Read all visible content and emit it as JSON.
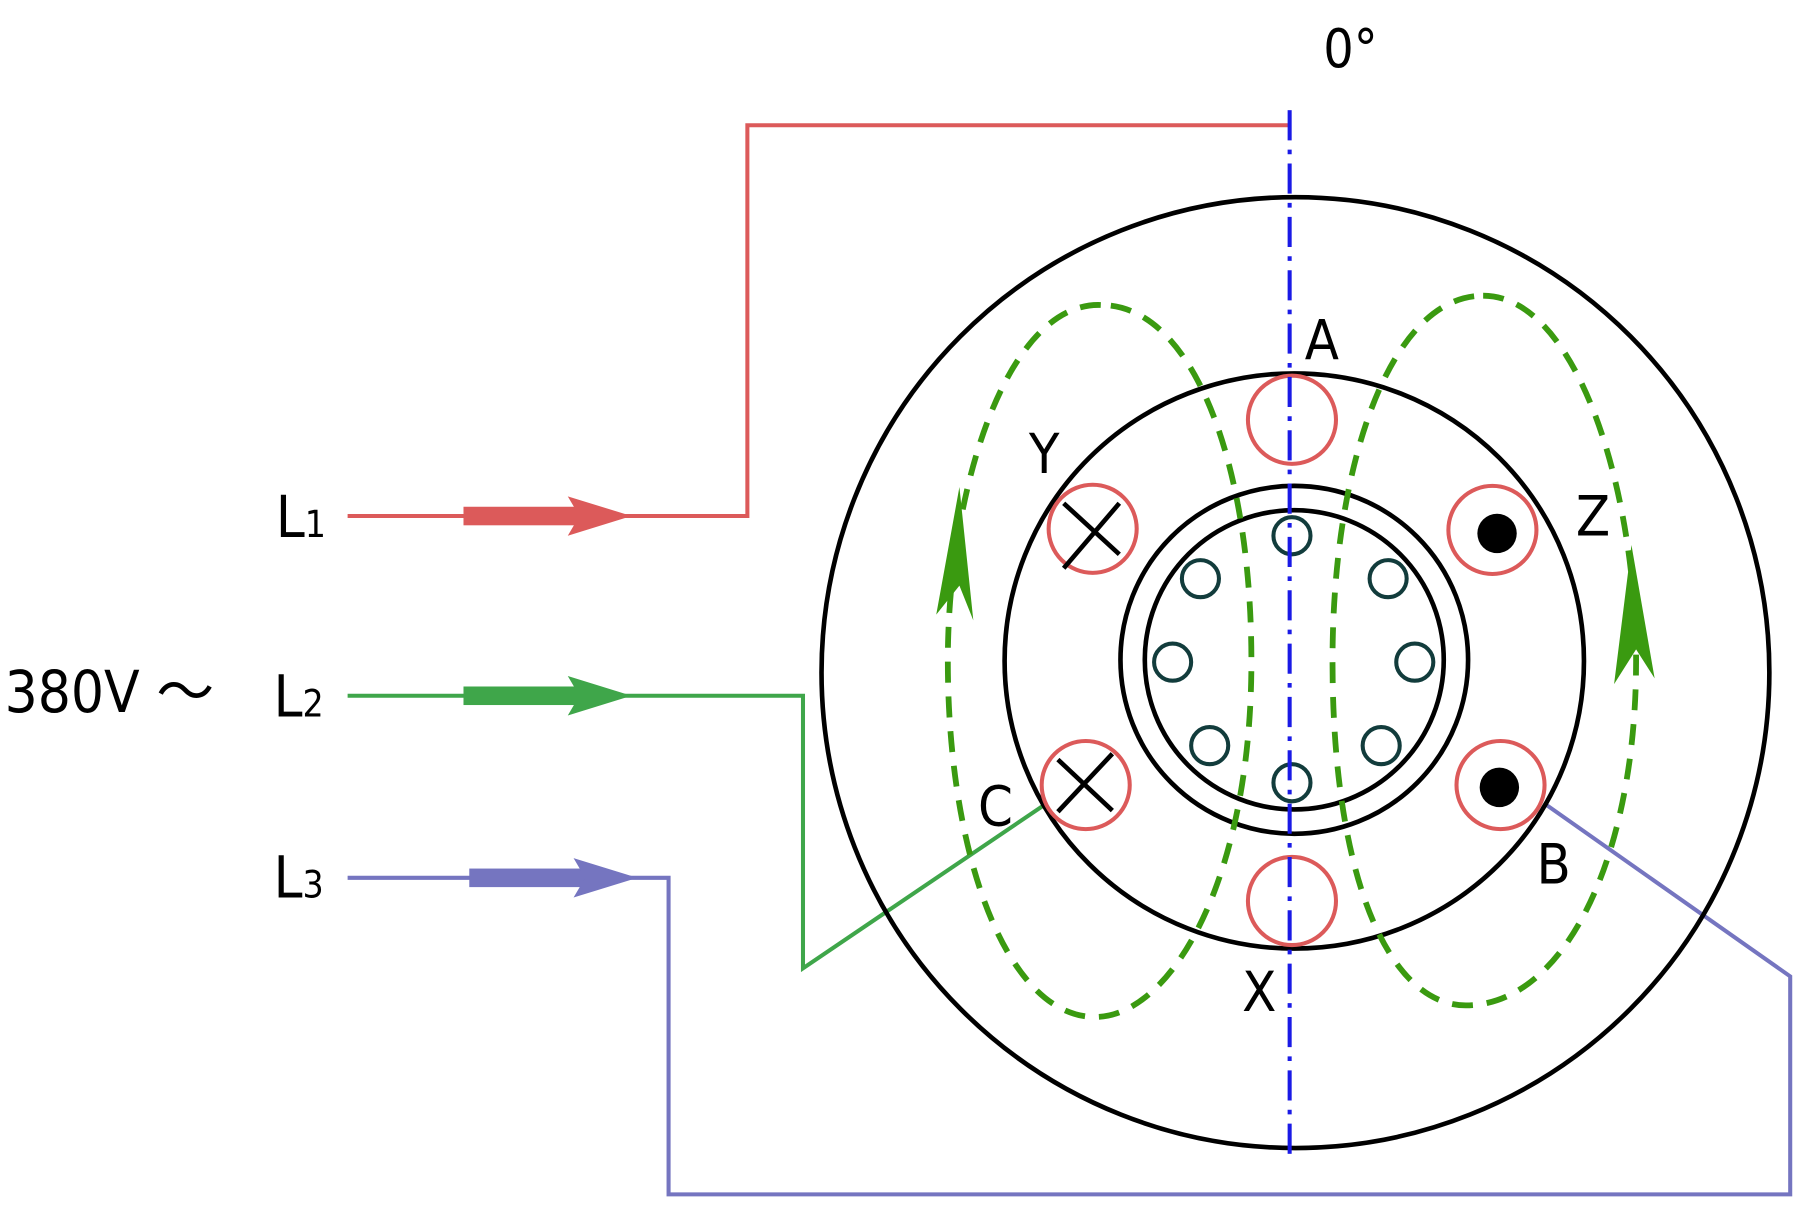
{
  "labels": {
    "angle": "0°",
    "A": "A",
    "B": "B",
    "C": "C",
    "X": "X",
    "Y": "Y",
    "Z": "Z",
    "L1": "L",
    "L1_sub": "1",
    "L2": "L",
    "L2_sub": "2",
    "L3": "L",
    "L3_sub": "3",
    "voltage": "380V ～"
  },
  "colors": {
    "phase_L1": "#dc5a5a",
    "phase_L2": "#3fa64a",
    "phase_L3": "#7575c0",
    "axis": "#1a1ae6",
    "flux": "#3a9a10",
    "rotor_bars": "#123c3c"
  }
}
